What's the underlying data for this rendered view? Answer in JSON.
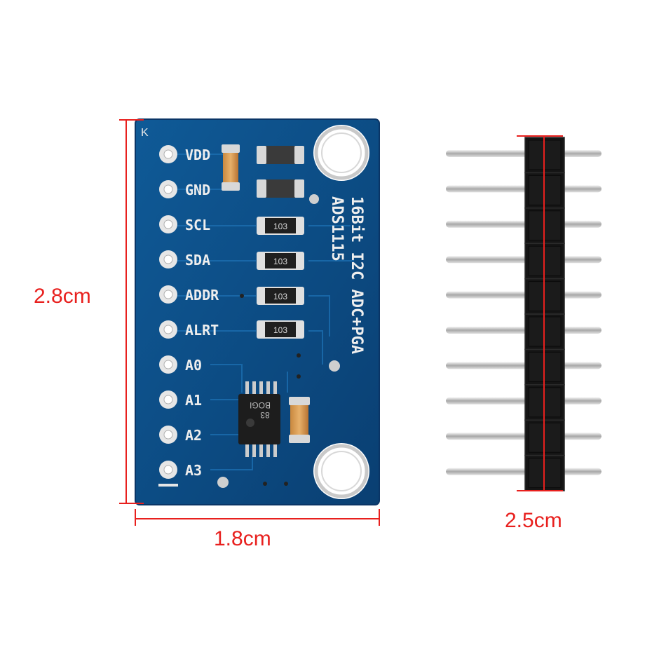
{
  "dimensions": {
    "height_label": "2.8cm",
    "width_label": "1.8cm",
    "header_length_label": "2.5cm"
  },
  "board": {
    "pins": [
      "VDD",
      "GND",
      "SCL",
      "SDA",
      "ADDR",
      "ALRT",
      "A0",
      "A1",
      "A2",
      "A3"
    ],
    "silkscreen_line1": "16Bit I2C ADC+PGA",
    "silkscreen_line2": "ADS1115",
    "resistor_code": "103",
    "chip_marking_1": "BOGI",
    "chip_marking_2": "83",
    "corner_mark": "K"
  },
  "colors": {
    "pcb": "#0e4f8a",
    "dimension_line": "#e8201e",
    "pad": "#e6e6e6",
    "header_plastic": "#111111"
  }
}
